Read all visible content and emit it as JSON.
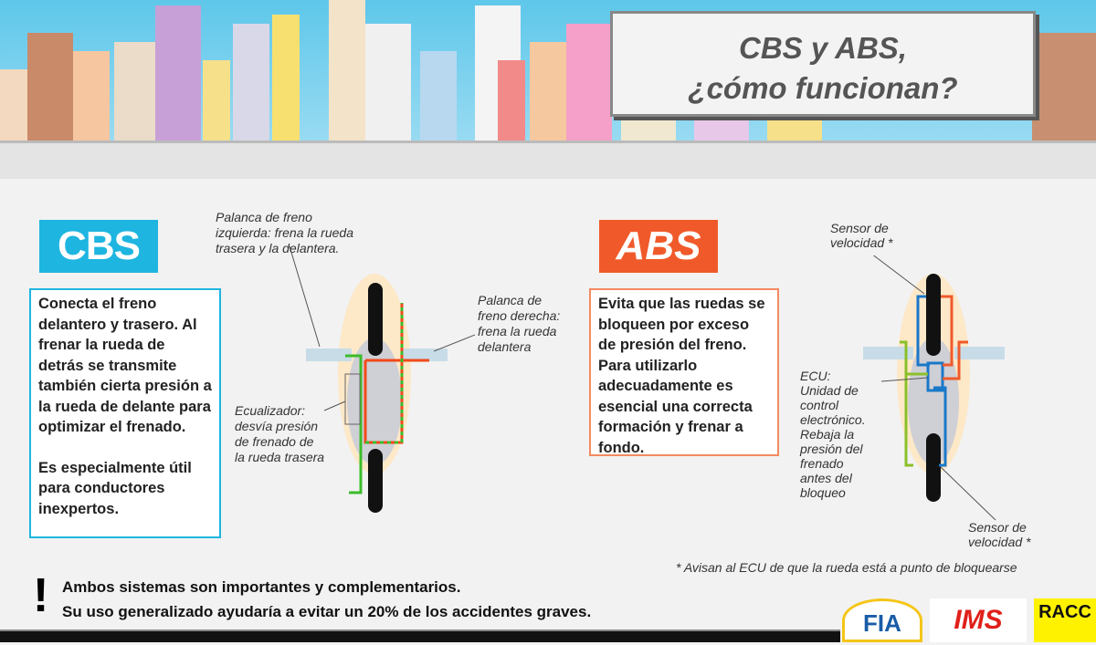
{
  "title": {
    "line1": "CBS y ABS,",
    "line2": "¿cómo funcionan?"
  },
  "cbs": {
    "logo": "CBS",
    "description": "Conecta el freno delantero y trasero. Al frenar la rueda de detrás se transmite también cierta presión a la rueda de delante para optimizar el frenado.",
    "note": "Es especialmente útil para conductores inexpertos.",
    "labels": {
      "left_lever": "Palanca de freno\nizquierda: frena la rueda\ntrasera y  la delantera.",
      "right_lever": "Palanca de\nfreno derecha:\nfrena la rueda\ndelantera",
      "equalizer": "Ecualizador:\ndesvía presión\nde frenado de\nla rueda trasera"
    }
  },
  "abs": {
    "logo": "ABS",
    "description": "Evita que las ruedas se bloqueen por exceso de presión del freno. Para utilizarlo adecuadamente es esencial una correcta formación y frenar a fondo.",
    "labels": {
      "sensor_top": "Sensor de\nvelocidad *",
      "ecu": "ECU:\nUnidad de\ncontrol\nelectrónico.\nRebaja la\npresión del\nfrenado\nantes del\nbloqueo",
      "sensor_bottom": "Sensor de\nvelocidad *"
    },
    "footnote": "* Avisan al ECU de que la rueda está a punto de bloquearse"
  },
  "warning": {
    "line1": "Ambos sistemas son importantes y complementarios.",
    "line2": "Su uso generalizado ayudaría a evitar un 20% de los accidentes graves."
  },
  "sponsors": {
    "fia": "FIA",
    "ims": "IMS",
    "racc": "RACC"
  },
  "colors": {
    "cbs": "#1eb5e0",
    "abs": "#f05a2a"
  }
}
